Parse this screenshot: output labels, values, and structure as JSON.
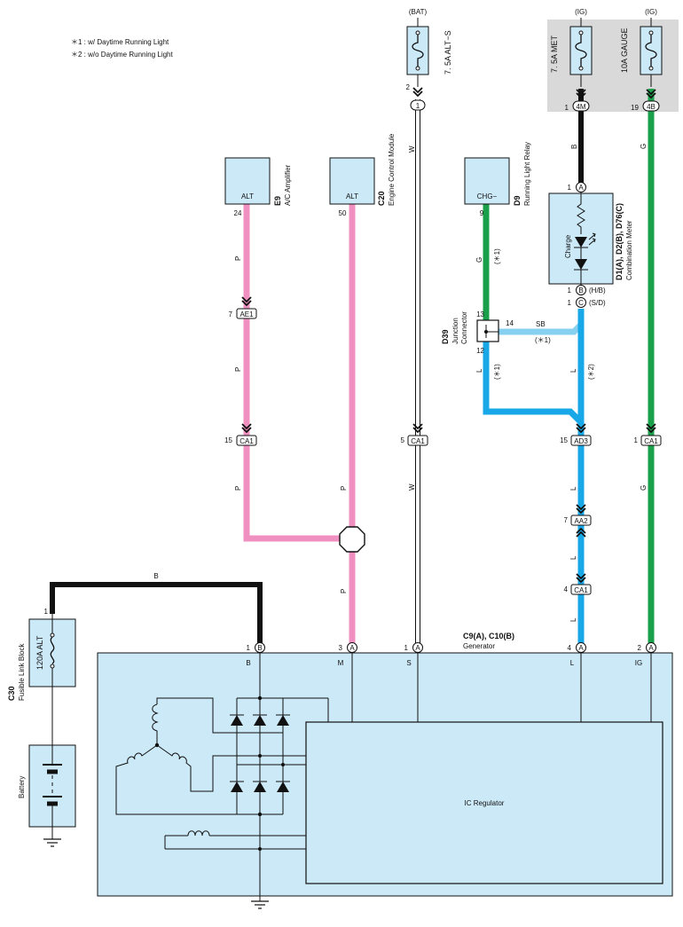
{
  "colors": {
    "black": "#111111",
    "pink": "#f090c0",
    "green": "#1aa04a",
    "blue": "#18a8e8",
    "sky_blue": "#88d0f0",
    "white_wire": "#ffffff",
    "component_fill": "#cce9f8",
    "shaded_area": "#d9d9d9"
  },
  "notes": {
    "note1": "＊1 : w/ Daytime Running Light",
    "note2": "＊2 : w/o Daytime Running Light"
  },
  "power": {
    "bat": "(BAT)",
    "ig1": "(IG)",
    "ig2": "(IG)"
  },
  "fuses": {
    "alt_s": "7. 5A ALT−S",
    "met": "7. 5A MET",
    "gauge": "10A GAUGE"
  },
  "components": {
    "e9_code": "E9",
    "e9_name": "A/C Amplifier",
    "e9_term": "ALT",
    "c20_code": "C20",
    "c20_name": "Engine Control Module",
    "c20_term": "ALT",
    "d9_code": "D9",
    "d9_name": "Running Light Relay",
    "d9_term": "CHG−",
    "meter_code": "D1(A), D2(B), D76(C)",
    "meter_name": "Combination Meter",
    "meter_charge": "Charge",
    "d39_code": "D39",
    "d39_name1": "Junction",
    "d39_name2": "Connector",
    "c30_code": "C30",
    "c30_name": "Fusible Link Block",
    "c30_fuse": "120A ALT",
    "battery": "Battery",
    "gen_code": "C9(A), C10(B)",
    "gen_name": "Generator",
    "ic": "IC Regulator"
  },
  "pins": {
    "p24": "24",
    "p50": "50",
    "p9": "9",
    "p2": "2",
    "p1": "1",
    "p19": "19",
    "p13": "13",
    "p14": "14",
    "p12": "12",
    "p7": "7",
    "p15": "15",
    "p5": "5",
    "p4": "4",
    "p3": "3"
  },
  "connectors": {
    "ae1": "AE1",
    "ca1": "CA1",
    "ad3": "AD3",
    "aa2": "AA2",
    "m4": "4M",
    "b4": "4B",
    "one": "1",
    "a": "A",
    "b": "B",
    "c": "C"
  },
  "pin_notes": {
    "hb": "(H/B)",
    "sd": "(S/D)"
  },
  "wire_colors": {
    "p": "P",
    "w": "W",
    "g": "G",
    "b": "B",
    "l": "L",
    "sb": "SB"
  },
  "wire_notes": {
    "n1": "(＊1)",
    "n2": "(＊2)"
  },
  "generator_terminals": {
    "b": "B",
    "m": "M",
    "s": "S",
    "l": "L",
    "ig": "IG"
  }
}
